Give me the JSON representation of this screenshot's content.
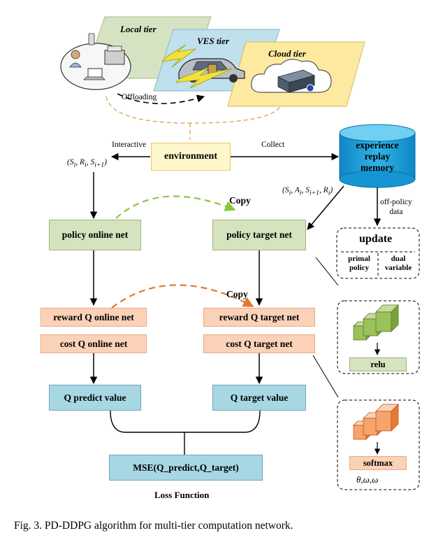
{
  "tiers": {
    "local": "Local tier",
    "ves": "VES tier",
    "cloud": "Cloud tier",
    "offloading": "Offloading"
  },
  "environment": {
    "label": "environment",
    "interactive": "Interactive",
    "collect": "Collect",
    "transition": "(S_i, R_i, S_i+1)"
  },
  "memory": {
    "label_line1": "experience",
    "label_line2": "replay",
    "label_line3": "memory",
    "sample": "(S_i, A_i, S_i+1, R_i)",
    "off_policy_line1": "off-policy",
    "off_policy_line2": "data"
  },
  "networks": {
    "policy_online": "policy online net",
    "policy_target": "policy target net",
    "reward_online": "reward Q online net",
    "reward_target": "reward Q target net",
    "cost_online": "cost Q online net",
    "cost_target": "cost Q target net",
    "q_predict": "Q predict value",
    "q_target": "Q target value",
    "copy_top": "Copy",
    "copy_mid": "Copy"
  },
  "loss": {
    "mse": "MSE(Q_predict,Q_target)",
    "title": "Loss Function"
  },
  "update": {
    "title": "update",
    "primal_line1": "primal",
    "primal_line2": "policy",
    "dual_line1": "dual",
    "dual_line2": "variable"
  },
  "layers": {
    "relu": "relu",
    "softmax": "softmax",
    "params": "θ,ω,ω"
  },
  "caption": "Fig. 3.    PD-DDPG algorithm for multi-tier computation network.",
  "colors": {
    "online_green": "#d5e3be",
    "q_peach": "#fbd2b8",
    "value_blue": "#a7d7e3",
    "memory_blue": "#1fa4d8",
    "copy_green_arrow": "#8cc63f",
    "copy_orange_arrow": "#e2782c"
  }
}
